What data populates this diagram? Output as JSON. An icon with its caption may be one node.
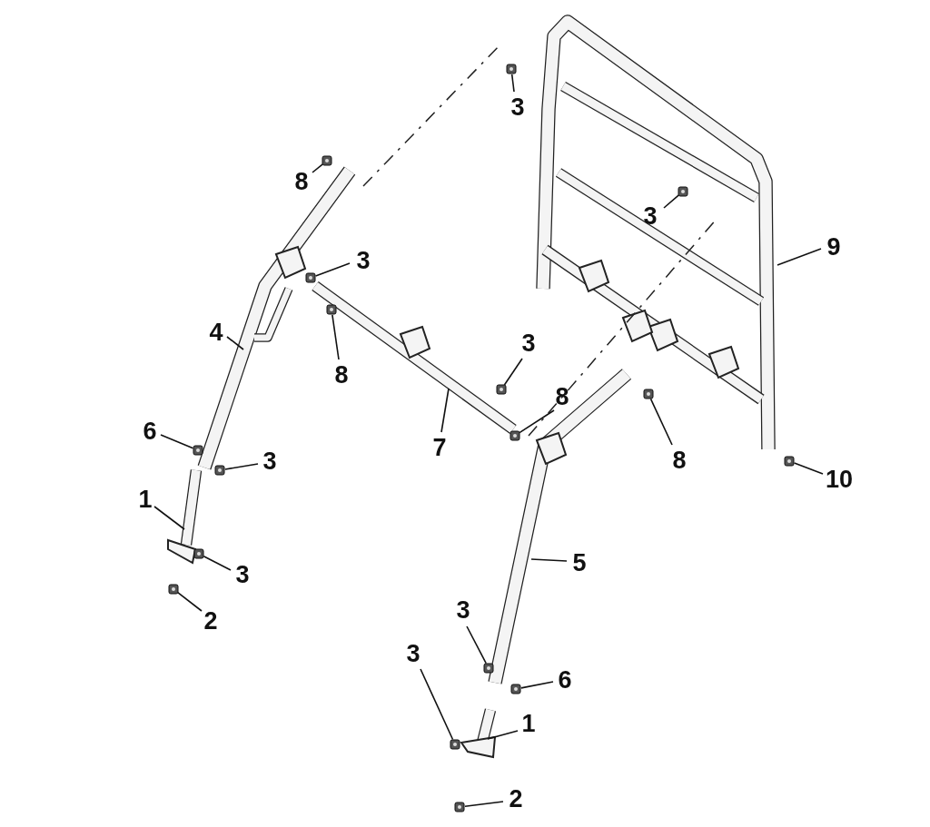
{
  "diagram": {
    "nodes": [
      {
        "text": [
          "3"
        ]
      },
      {
        "text": [
          "8"
        ]
      },
      {
        "text": [
          "3"
        ]
      },
      {
        "text": [
          "9"
        ]
      },
      {
        "text": [
          "3"
        ]
      },
      {
        "text": [
          "4"
        ]
      },
      {
        "text": [
          "8"
        ]
      },
      {
        "text": [
          "3"
        ]
      },
      {
        "text": [
          "8"
        ]
      },
      {
        "text": [
          "7"
        ]
      },
      {
        "text": [
          "8"
        ]
      },
      {
        "text": [
          "6"
        ]
      },
      {
        "text": [
          "3"
        ]
      },
      {
        "text": [
          "10"
        ]
      },
      {
        "text": [
          "1"
        ]
      },
      {
        "text": [
          "3"
        ]
      },
      {
        "text": [
          "2"
        ]
      },
      {
        "text": [
          "5"
        ]
      },
      {
        "text": [
          "3"
        ]
      },
      {
        "text": [
          "6"
        ]
      },
      {
        "text": [
          "3"
        ]
      },
      {
        "text": [
          "1"
        ]
      },
      {
        "text": [
          "2"
        ]
      },
      {
        "text": [],
        "shape": "picture"
      },
      {
        "text": [],
        "shape": "picture"
      },
      {
        "text": [],
        "shape": "picture"
      },
      {
        "text": [],
        "shape": "picture"
      },
      {
        "text": [],
        "shape": "picture"
      },
      {
        "text": [],
        "shape": "picture"
      },
      {
        "text": [],
        "shape": "picture"
      },
      {
        "text": [],
        "shape": "picture"
      },
      {
        "text": [],
        "shape": "picture"
      },
      {
        "text": [],
        "shape": "picture"
      },
      {
        "text": [],
        "shape": "picture"
      },
      {
        "text": [],
        "shape": "picture"
      },
      {
        "text": [],
        "shape": "picture"
      },
      {
        "text": [],
        "shape": "picture"
      },
      {
        "text": [],
        "shape": "picture"
      },
      {
        "text": [],
        "shape": "picture"
      },
      {
        "text": [],
        "shape": "picture"
      }
    ],
    "edges": [
      {
        "from": 0,
        "to": 23,
        "arrow": "none"
      },
      {
        "from": 1,
        "to": 24,
        "arrow": "none"
      },
      {
        "from": 2,
        "to": 25,
        "arrow": "none"
      },
      {
        "from": 3,
        "to": null,
        "arrow": "none"
      },
      {
        "from": 4,
        "to": 26,
        "arrow": "none"
      },
      {
        "from": 5,
        "to": null,
        "arrow": "none"
      },
      {
        "from": 6,
        "to": 27,
        "arrow": "none"
      },
      {
        "from": 7,
        "to": 28,
        "arrow": "none"
      },
      {
        "from": 8,
        "to": 29,
        "arrow": "none"
      },
      {
        "from": 9,
        "to": null,
        "arrow": "none"
      },
      {
        "from": 10,
        "to": 30,
        "arrow": "none"
      },
      {
        "from": 11,
        "to": 31,
        "arrow": "none"
      },
      {
        "from": 12,
        "to": 32,
        "arrow": "none"
      },
      {
        "from": 13,
        "to": 33,
        "arrow": "none"
      },
      {
        "from": 14,
        "to": null,
        "arrow": "none"
      },
      {
        "from": 15,
        "to": 34,
        "arrow": "none"
      },
      {
        "from": 16,
        "to": 35,
        "arrow": "none"
      },
      {
        "from": 17,
        "to": null,
        "arrow": "none"
      },
      {
        "from": 18,
        "to": 36,
        "arrow": "none"
      },
      {
        "from": 19,
        "to": 37,
        "arrow": "none"
      },
      {
        "from": 20,
        "to": 38,
        "arrow": "none"
      },
      {
        "from": 21,
        "to": null,
        "arrow": "none"
      },
      {
        "from": 22,
        "to": 39,
        "arrow": "none"
      }
    ]
  }
}
